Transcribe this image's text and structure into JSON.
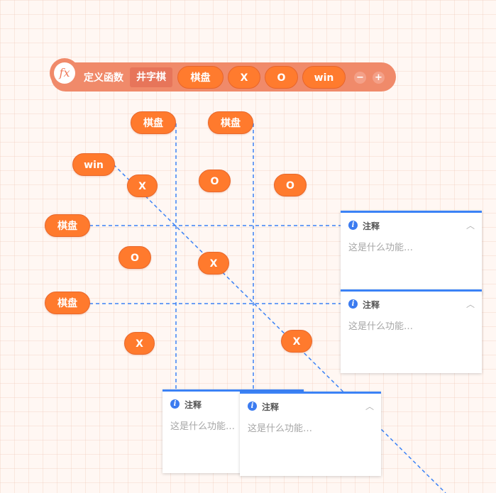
{
  "function_header": {
    "icon": "fx-icon",
    "label": "定义函数",
    "name": "井字棋",
    "params": [
      "棋盘",
      "X",
      "O",
      "win"
    ],
    "minus": "−",
    "plus": "+"
  },
  "blocks": {
    "board_top_1": "棋盘",
    "board_top_2": "棋盘",
    "board_left_1": "棋盘",
    "board_left_2": "棋盘",
    "win": "win",
    "cells": [
      "X",
      "O",
      "O",
      "O",
      "X",
      "X",
      "X"
    ]
  },
  "comments": [
    {
      "title": "注释",
      "placeholder": "这是什么功能…"
    },
    {
      "title": "注释",
      "placeholder": "这是什么功能…"
    },
    {
      "title": "注释",
      "placeholder": "这是什么功能…"
    },
    {
      "title": "注释",
      "placeholder": "这是什么功能…"
    }
  ],
  "colors": {
    "block_orange": "#ff7a2d",
    "header_salmon": "#f08a6a",
    "connector_blue": "#3b82f6"
  }
}
